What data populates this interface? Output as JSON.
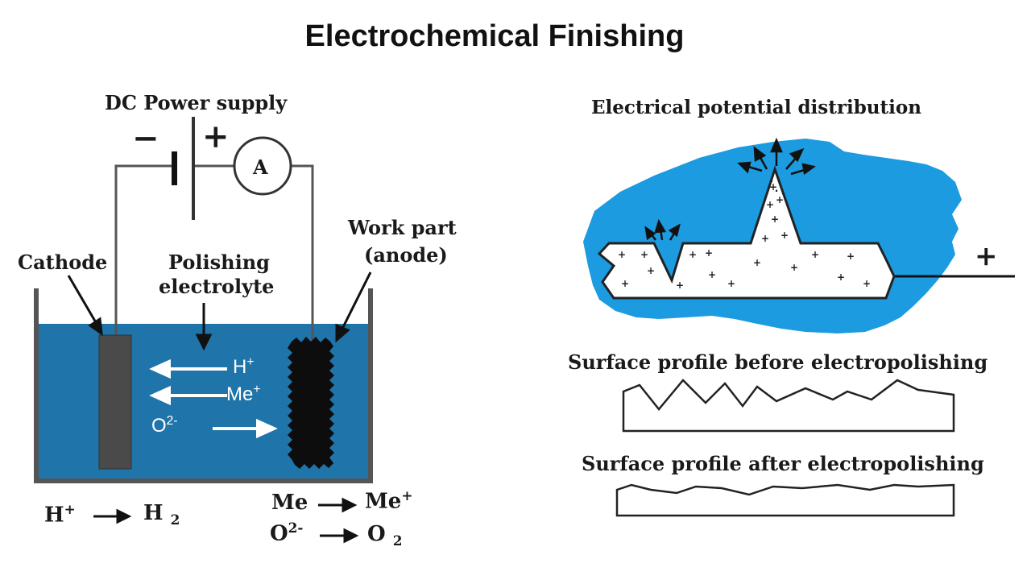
{
  "title": "Electrochemical Finishing",
  "left": {
    "power_supply_label": "DC Power supply",
    "minus_sign": "−",
    "plus_sign": "+",
    "ammeter_label": "A",
    "cathode_label": "Cathode",
    "electrolyte_label_line1": "Polishing",
    "electrolyte_label_line2": "electrolyte",
    "workpart_label_line1": "Work part",
    "workpart_label_line2": "(anode)",
    "ion_h": "H",
    "ion_h_charge": "+",
    "ion_me": "Me",
    "ion_me_charge": "+",
    "ion_o": "O",
    "ion_o_charge": "2-",
    "eq_cathode_lhs": "H",
    "eq_cathode_lhs_charge": "+",
    "eq_cathode_rhs": "H",
    "eq_cathode_rhs_sub": "2",
    "eq_anode1_lhs": "Me",
    "eq_anode1_rhs": "Me",
    "eq_anode1_rhs_charge": "+",
    "eq_anode2_lhs": "O",
    "eq_anode2_lhs_charge": "2-",
    "eq_anode2_rhs": "O",
    "eq_anode2_rhs_sub": "2",
    "arrow_symbol": "→"
  },
  "right": {
    "potential_label": "Electrical potential distribution",
    "anode_plus": "+",
    "before_label": "Surface profile before electropolishing",
    "after_label": "Surface profile after electropolishing"
  },
  "colors": {
    "electrolyte": "#1f74a9",
    "cathode": "#4a4a4a",
    "anode": "#0d0d0d",
    "field_blue": "#1c9be0",
    "tank_wall": "#555555"
  }
}
